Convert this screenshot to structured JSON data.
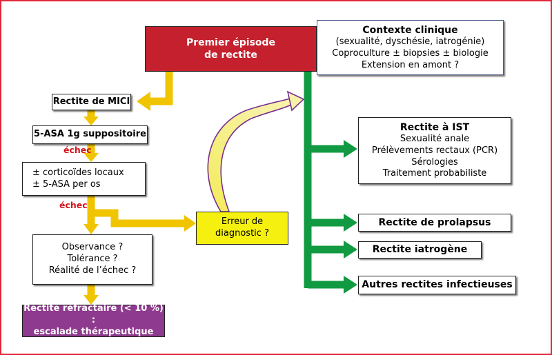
{
  "colors": {
    "frame": "#e0263a",
    "red_box": "#c5202d",
    "yellow_arrow": "#f1c400",
    "green_arrow": "#129a42",
    "yellow_box": "#f5f010",
    "purple_box": "#8e3a8e",
    "purple_arrow": "#7a2e8f"
  },
  "nodes": {
    "premier": {
      "lines": [
        "Premier épisode",
        "de rectite"
      ]
    },
    "contexte": {
      "title": "Contexte clinique",
      "lines": [
        "(sexualité, dyschésie, iatrogénie)",
        "Coproculture ± biopsies ± biologie",
        "Extension en amont ?"
      ]
    },
    "mici": {
      "label": "Rectite de MICI"
    },
    "asa": {
      "label": "5-ASA 1g suppositoire"
    },
    "echec1": {
      "label": "échec"
    },
    "cortico": {
      "lines": [
        "± corticoïdes locaux",
        "± 5-ASA per os"
      ]
    },
    "echec2": {
      "label": "échec"
    },
    "observance": {
      "lines": [
        "Observance ?",
        "Tolérance ?",
        "Réalité de l’échec ?"
      ]
    },
    "refractaire": {
      "lines": [
        "Rectite réfractaire (< 10 %) :",
        "escalade thérapeutique"
      ]
    },
    "erreur": {
      "lines": [
        "Erreur de",
        "diagnostic ?"
      ]
    },
    "ist": {
      "title": "Rectite à IST",
      "lines": [
        "Sexualité anale",
        "Prélèvements rectaux (PCR)",
        "Sérologies",
        "Traitement probabiliste"
      ]
    },
    "prolapsus": {
      "label": "Rectite de prolapsus"
    },
    "iatrogene": {
      "label": "Rectite iatrogène"
    },
    "autres": {
      "label": "Autres rectites infectieuses"
    }
  }
}
